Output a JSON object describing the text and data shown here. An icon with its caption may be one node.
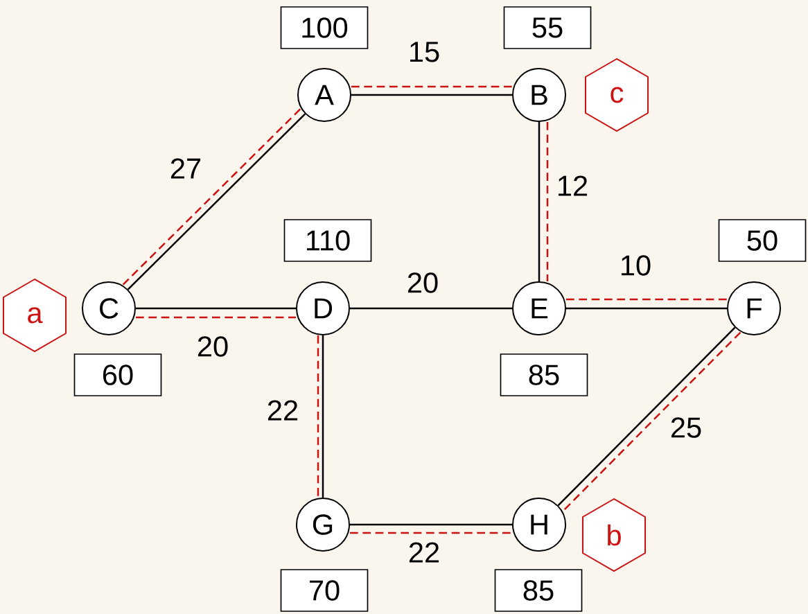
{
  "diagram": {
    "nodes": [
      {
        "text": [
          "A"
        ]
      },
      {
        "text": [
          "B"
        ]
      },
      {
        "text": [
          "C"
        ]
      },
      {
        "text": [
          "D"
        ]
      },
      {
        "text": [
          "E"
        ]
      },
      {
        "text": [
          "F"
        ]
      },
      {
        "text": [
          "G"
        ]
      },
      {
        "text": [
          "H"
        ]
      },
      {
        "text": [
          "100"
        ]
      },
      {
        "text": [
          "55"
        ]
      },
      {
        "text": [
          "110"
        ]
      },
      {
        "text": [
          "50"
        ]
      },
      {
        "text": [
          "60"
        ]
      },
      {
        "text": [
          "85"
        ]
      },
      {
        "text": [
          "70"
        ]
      },
      {
        "text": [
          "85"
        ]
      },
      {
        "text": [
          "a"
        ]
      },
      {
        "text": [
          "c"
        ]
      },
      {
        "text": [
          "b"
        ]
      }
    ],
    "edges": [
      {
        "from": 0,
        "to": 1,
        "arrow": "none",
        "label": "15"
      },
      {
        "from": 0,
        "to": 2,
        "arrow": "none",
        "label": "27"
      },
      {
        "from": 1,
        "to": 4,
        "arrow": "none",
        "label": "12"
      },
      {
        "from": 2,
        "to": 3,
        "arrow": "none",
        "label": "20"
      },
      {
        "from": 3,
        "to": 4,
        "arrow": "none",
        "label": "20"
      },
      {
        "from": 4,
        "to": 5,
        "arrow": "none",
        "label": "10"
      },
      {
        "from": 3,
        "to": 6,
        "arrow": "none",
        "label": "22"
      },
      {
        "from": 6,
        "to": 7,
        "arrow": "none",
        "label": "22"
      },
      {
        "from": 5,
        "to": 7,
        "arrow": "none",
        "label": "25"
      },
      {
        "from": 0,
        "to": 1,
        "arrow": "none",
        "style": "dashed",
        "color": "#cc1111"
      },
      {
        "from": 0,
        "to": 2,
        "arrow": "none",
        "style": "dashed",
        "color": "#cc1111"
      },
      {
        "from": 1,
        "to": 4,
        "arrow": "none",
        "style": "dashed",
        "color": "#cc1111"
      },
      {
        "from": 2,
        "to": 3,
        "arrow": "none",
        "style": "dashed",
        "color": "#cc1111"
      },
      {
        "from": 4,
        "to": 5,
        "arrow": "none",
        "style": "dashed",
        "color": "#cc1111"
      },
      {
        "from": 3,
        "to": 6,
        "arrow": "none",
        "style": "dashed",
        "color": "#cc1111"
      },
      {
        "from": 6,
        "to": 7,
        "arrow": "none",
        "style": "dashed",
        "color": "#cc1111"
      },
      {
        "from": 5,
        "to": 7,
        "arrow": "none",
        "style": "dashed",
        "color": "#cc1111"
      }
    ]
  }
}
